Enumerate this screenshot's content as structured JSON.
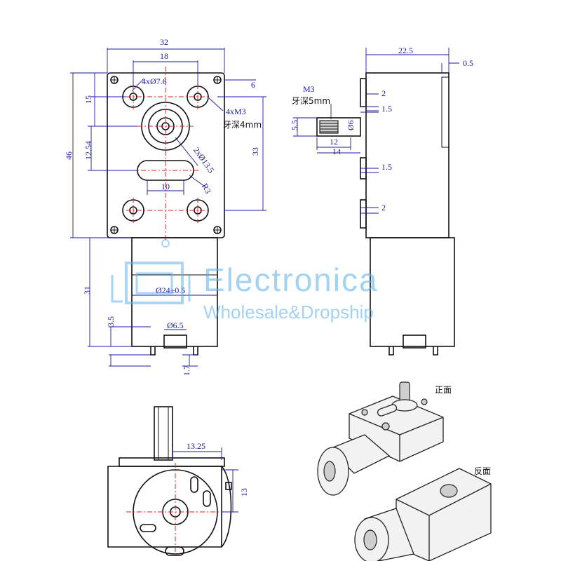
{
  "front_view": {
    "width": "32",
    "hole_spacing_h": "18",
    "mount_holes": "4xØ7.6",
    "thread_holes": "4xM3",
    "thread_depth": "牙深4mm",
    "top_edge": "6",
    "height_total": "46",
    "top_to_shaft": "15",
    "shaft_to_slot": "12.54",
    "height_inner": "33",
    "shaft_boss": "2xØ13.5",
    "slot_length": "10",
    "slot_radius": "R3",
    "motor_length": "31",
    "motor_diameter": "Ø24±0.5",
    "terminal_offset": "3.5",
    "terminal_width": "Ø6.5",
    "terminal_height": "1.7"
  },
  "side_view": {
    "gearbox_depth": "22.5",
    "cover_offset": "0.5",
    "shaft_thread": "M3",
    "shaft_thread_depth": "牙深5mm",
    "shaft_flat": "5.5",
    "shaft_diameter": "Ø6",
    "shaft_length_inner": "12",
    "shaft_length_total": "14",
    "boss_top": "2",
    "step_top": "1.5",
    "step_bottom": "1.5",
    "boss_bottom": "2"
  },
  "bottom_view": {
    "offset_h": "13.25",
    "offset_v": "13"
  },
  "photos": {
    "front_label": "正面",
    "back_label": "反面"
  },
  "watermark": {
    "brand": "Electronica",
    "tagline": "Wholesale&Dropship"
  }
}
